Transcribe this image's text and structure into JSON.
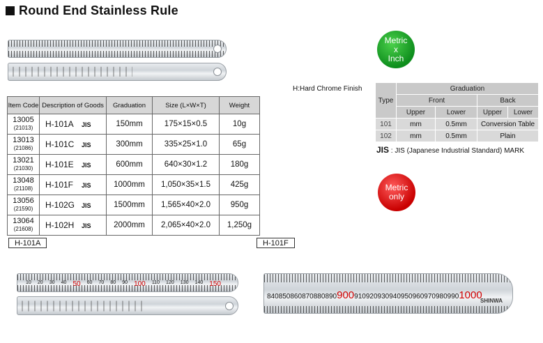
{
  "title": "Round End Stainless Rule",
  "note": "H:Hard Chrome Finish",
  "spec_table": {
    "headers": [
      "Item Code",
      "Description of Goods",
      "Graduation",
      "Size (L×W×T)",
      "Weight"
    ],
    "rows": [
      {
        "code": "13005",
        "sub": "(21013)",
        "model": "H-101A",
        "jis": "JIS",
        "graduation": "150mm",
        "size": "175×15×0.5",
        "weight": "10g"
      },
      {
        "code": "13013",
        "sub": "(21086)",
        "model": "H-101C",
        "jis": "JIS",
        "graduation": "300mm",
        "size": "335×25×1.0",
        "weight": "65g"
      },
      {
        "code": "13021",
        "sub": "(21030)",
        "model": "H-101E",
        "jis": "JIS",
        "graduation": "600mm",
        "size": "640×30×1.2",
        "weight": "180g"
      },
      {
        "code": "13048",
        "sub": "(21108)",
        "model": "H-101F",
        "jis": "JIS",
        "graduation": "1000mm",
        "size": "1,050×35×1.5",
        "weight": "425g"
      },
      {
        "code": "13056",
        "sub": "(21590)",
        "model": "H-102G",
        "jis": "JIS",
        "graduation": "1500mm",
        "size": "1,565×40×2.0",
        "weight": "950g"
      },
      {
        "code": "13064",
        "sub": "(21608)",
        "model": "H-102H",
        "jis": "JIS",
        "graduation": "2000mm",
        "size": "2,065×40×2.0",
        "weight": "1,250g"
      }
    ]
  },
  "graduation_table": {
    "title": "Graduation",
    "type_label": "Type",
    "front": "Front",
    "back": "Back",
    "upper": "Upper",
    "lower": "Lower",
    "rows": [
      {
        "type": "101",
        "f_upper": "mm",
        "f_lower": "0.5mm",
        "back": "Conversion Table"
      },
      {
        "type": "102",
        "f_upper": "mm",
        "f_lower": "0.5mm",
        "back": "Plain"
      }
    ]
  },
  "jis_note": {
    "mark": "JIS",
    "text": ": JIS (Japanese Industrial Standard) MARK"
  },
  "badges": {
    "metric_inch": [
      "Metric",
      "x",
      "Inch"
    ],
    "metric_only": [
      "Metric",
      "only"
    ]
  },
  "labels": {
    "h101a": "H-101A",
    "h101f": "H-101F"
  },
  "scale_a": [
    "10",
    "20",
    "30",
    "40",
    "50",
    "60",
    "70",
    "80",
    "90",
    "100",
    "110",
    "120",
    "130",
    "140",
    "150"
  ],
  "scale_f": [
    "840",
    "850",
    "860",
    "870",
    "880",
    "890",
    "900",
    "910",
    "920",
    "930",
    "940",
    "950",
    "960",
    "970",
    "980",
    "990",
    "1000"
  ],
  "colors": {
    "red_mark": "#d10000",
    "green_badge": "#129a22",
    "red_badge": "#d00000",
    "header_gray": "#d7d7d7"
  },
  "shinwa": "SHINWA"
}
